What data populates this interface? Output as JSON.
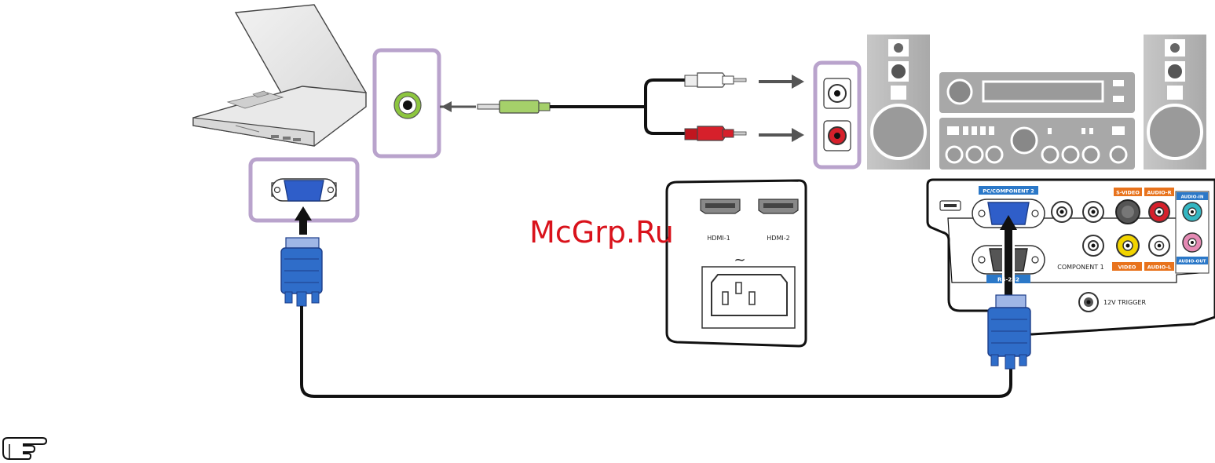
{
  "colors": {
    "highlight_frame": "#b9a3cc",
    "vga_blue": "#2f6dc9",
    "label_orange": "#e8731d",
    "label_blue": "#2b78c8",
    "audio_green": "#8dc63f",
    "audio_red": "#d6202b",
    "video_yellow": "#f2d400",
    "audio_in_teal": "#34b6c2",
    "audio_out_pink": "#e58ab4",
    "equipment_gray": "#a8a8a8",
    "watermark_red": "#d9121b"
  },
  "watermark": "McGrp.Ru",
  "power_panel": {
    "hdmi1": "HDMI-1",
    "hdmi2": "HDMI-2",
    "tilde": "~"
  },
  "projector_panel": {
    "pc_component2": "PC/COMPONENT 2",
    "s_video": "S-VIDEO",
    "audio_r": "AUDIO-R",
    "audio_in": "AUDIO-IN",
    "audio_out": "AUDIO-OUT",
    "component1": "COMPONENT 1",
    "video": "VIDEO",
    "audio_l": "AUDIO-L",
    "rs232": "RS-232",
    "trigger": "12V TRIGGER"
  },
  "icons": {
    "note": "pointing-hand-icon"
  }
}
